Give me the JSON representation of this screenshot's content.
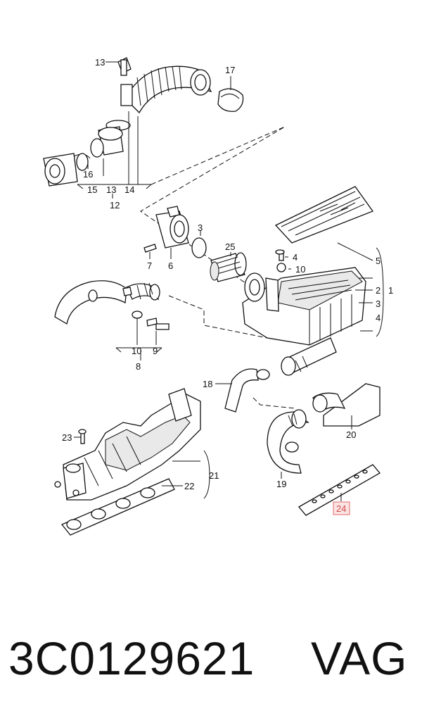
{
  "diagram": {
    "callouts": {
      "c1": "1",
      "c2": "2",
      "c3a": "3",
      "c3b": "3",
      "c4a": "4",
      "c4b": "4",
      "c5": "5",
      "c6": "6",
      "c7": "7",
      "c8": "8",
      "c9a": "9",
      "c10a": "10",
      "c10b": "10",
      "c12": "12",
      "c13a": "13",
      "c13b": "13",
      "c14": "14",
      "c15": "15",
      "c16": "16",
      "c17": "17",
      "c18": "18",
      "c19": "19",
      "c20": "20",
      "c21": "21",
      "c22": "22",
      "c23": "23",
      "c24": "24",
      "c25": "25"
    },
    "highlighted_callout": "24",
    "highlight_color": "#e06a6a"
  },
  "footer": {
    "part_number": "3C0129621",
    "brand": "VAG"
  }
}
